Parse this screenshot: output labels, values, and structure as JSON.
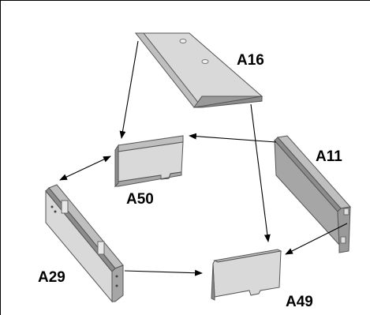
{
  "diagram": {
    "parts": [
      {
        "id": "A16",
        "label": "A16"
      },
      {
        "id": "A50",
        "label": "A50"
      },
      {
        "id": "A11",
        "label": "A11"
      },
      {
        "id": "A29",
        "label": "A29"
      },
      {
        "id": "A49",
        "label": "A49"
      }
    ],
    "connections": [
      {
        "from": "A16",
        "to": "A50"
      },
      {
        "from": "A16",
        "to": "A49"
      },
      {
        "from": "A11",
        "to": "A50"
      },
      {
        "from": "A11",
        "to": "A49"
      },
      {
        "from": "A29",
        "to": "A50"
      },
      {
        "from": "A29",
        "to": "A49"
      }
    ],
    "colors": {
      "panel_face": "#d9d9d9",
      "panel_edge": "#a6a6a6",
      "panel_dark": "#8c8c8c",
      "frame_border": "#000000",
      "arrow": "#000000",
      "background": "#ffffff"
    }
  }
}
